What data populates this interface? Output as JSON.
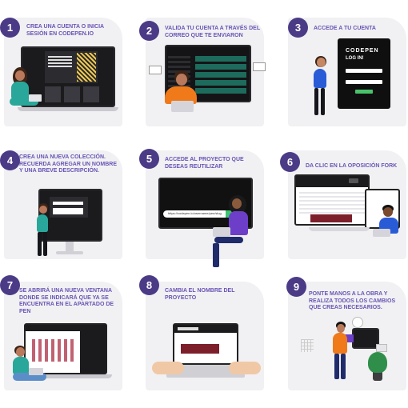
{
  "steps": [
    {
      "number": "1",
      "title": "CREA UNA CUENTA O INICIA SESIÓN EN CODEPEN.IO"
    },
    {
      "number": "2",
      "title": "VALIDA TU CUENTA A TRAVÉS DEL CORREO QUE TE ENVIARON"
    },
    {
      "number": "3",
      "title": "ACCEDE A TU CUENTA"
    },
    {
      "number": "4",
      "title": "CREA UNA NUEVA COLECCIÓN. RECUERDA AGREGAR UN NOMBRE Y UNA BREVE DESCRIPCIÓN."
    },
    {
      "number": "5",
      "title": "ACCEDE AL PROYECTO QUE DESEAS REUTILIZAR"
    },
    {
      "number": "6",
      "title": "DA CLIC EN LA OPOSICIÓN FORK"
    },
    {
      "number": "7",
      "title": "SE ABRIRÁ UNA NUEVA VENTANA DONDE SE INDICARÁ QUE YA SE ENCUENTRA EN EL APARTADO DE PEN"
    },
    {
      "number": "8",
      "title": "CAMBIA EL NOMBRE DEL PROYECTO"
    },
    {
      "number": "9",
      "title": "PONTE MANOS A LA OBRA Y REALIZA TODOS LOS CAMBIOS QUE CREAS NECESARIOS."
    }
  ],
  "login": {
    "brand": "CODEPEN",
    "heading": "LOG IN!"
  },
  "url": "https://codepen.io/username/pen/slug"
}
